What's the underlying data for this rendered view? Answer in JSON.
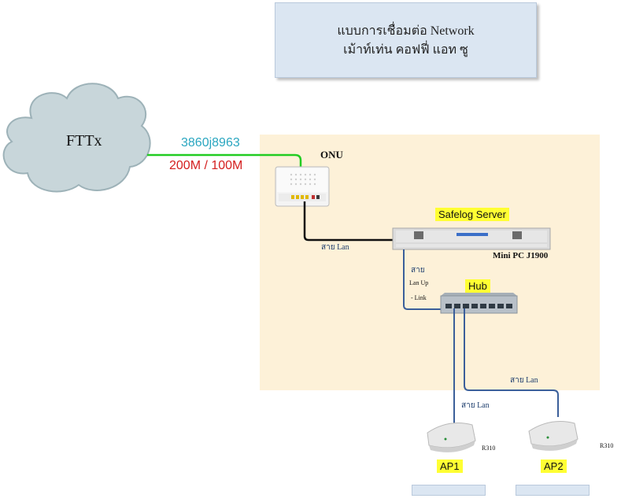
{
  "title": {
    "line1": "แบบการเชื่อมต่อ Network",
    "line2": "เม้าท์เท่น คอฟฟี่ แอท ซู"
  },
  "nodes": {
    "fttx": "FTTx",
    "onu": "ONU",
    "server": "Safelog Server",
    "mini_pc": "Mini PC J1900",
    "hub": "Hub",
    "ap1": "AP1",
    "ap2": "AP2",
    "ap_model_1": "R310",
    "ap_model_2": "R310"
  },
  "link": {
    "circuit_id": "3860j8963",
    "speed": "200M / 100M"
  },
  "cables": {
    "onu_to_server": "สาย Lan",
    "server_to_hub_1": "สาย",
    "server_to_hub_2": "Lan Up",
    "server_to_hub_3": "- Link",
    "hub_to_ap2": "สาย Lan",
    "hub_to_ap1": "สาย Lan"
  },
  "colors": {
    "fiber": "#22cc22",
    "lan_black": "#111111",
    "lan_blue": "#3b5f9a",
    "panel": "#fdf1d8",
    "title_box": "#dbe6f2",
    "highlight": "#ffff33"
  },
  "icons": [
    "cloud-icon",
    "onu-device-icon",
    "server-rack-icon",
    "hub-switch-icon",
    "access-point-icon"
  ]
}
